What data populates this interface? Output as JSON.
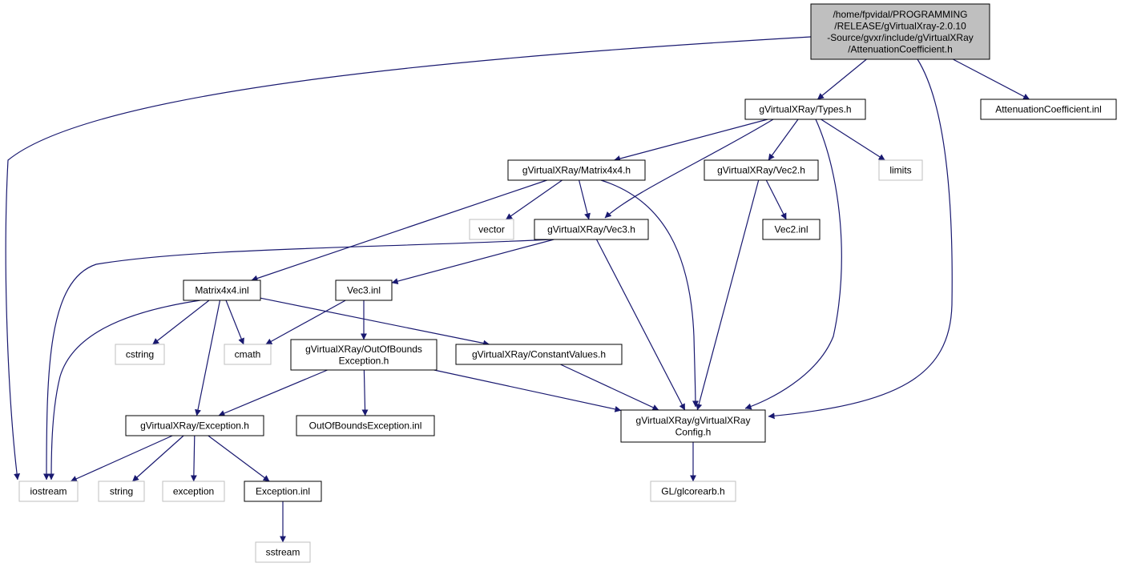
{
  "graph": {
    "colors": {
      "edge": "#191970",
      "root_fill": "#bfbfbf",
      "node_border": "#000000",
      "external_border": "#bfbfbf",
      "background": "#ffffff"
    },
    "nodes": [
      {
        "id": "root",
        "kind": "root",
        "lines": [
          "/home/fpvidal/PROGRAMMING",
          "/RELEASE/gVirtualXray-2.0.10",
          "-Source/gvxr/include/gVirtualXRay",
          "/AttenuationCoefficient.h"
        ]
      },
      {
        "id": "types",
        "kind": "internal",
        "lines": [
          "gVirtualXRay/Types.h"
        ]
      },
      {
        "id": "attinl",
        "kind": "internal",
        "lines": [
          "AttenuationCoefficient.inl"
        ]
      },
      {
        "id": "mat4",
        "kind": "internal",
        "lines": [
          "gVirtualXRay/Matrix4x4.h"
        ]
      },
      {
        "id": "vec2",
        "kind": "internal",
        "lines": [
          "gVirtualXRay/Vec2.h"
        ]
      },
      {
        "id": "limits",
        "kind": "external",
        "lines": [
          "limits"
        ]
      },
      {
        "id": "vector",
        "kind": "external",
        "lines": [
          "vector"
        ]
      },
      {
        "id": "vec3",
        "kind": "internal",
        "lines": [
          "gVirtualXRay/Vec3.h"
        ]
      },
      {
        "id": "vec2inl",
        "kind": "internal",
        "lines": [
          "Vec2.inl"
        ]
      },
      {
        "id": "mat4inl",
        "kind": "internal",
        "lines": [
          "Matrix4x4.inl"
        ]
      },
      {
        "id": "vec3inl",
        "kind": "internal",
        "lines": [
          "Vec3.inl"
        ]
      },
      {
        "id": "cstring",
        "kind": "external",
        "lines": [
          "cstring"
        ]
      },
      {
        "id": "cmath",
        "kind": "external",
        "lines": [
          "cmath"
        ]
      },
      {
        "id": "oob",
        "kind": "internal",
        "lines": [
          "gVirtualXRay/OutOfBounds",
          "Exception.h"
        ]
      },
      {
        "id": "constv",
        "kind": "internal",
        "lines": [
          "gVirtualXRay/ConstantValues.h"
        ]
      },
      {
        "id": "exch",
        "kind": "internal",
        "lines": [
          "gVirtualXRay/Exception.h"
        ]
      },
      {
        "id": "oobinl",
        "kind": "internal",
        "lines": [
          "OutOfBoundsException.inl"
        ]
      },
      {
        "id": "config",
        "kind": "internal",
        "lines": [
          "gVirtualXRay/gVirtualXRay",
          "Config.h"
        ]
      },
      {
        "id": "iostream",
        "kind": "external",
        "lines": [
          "iostream"
        ]
      },
      {
        "id": "string",
        "kind": "external",
        "lines": [
          "string"
        ]
      },
      {
        "id": "exception",
        "kind": "external",
        "lines": [
          "exception"
        ]
      },
      {
        "id": "excinl",
        "kind": "internal",
        "lines": [
          "Exception.inl"
        ]
      },
      {
        "id": "glcore",
        "kind": "external",
        "lines": [
          "GL/glcorearb.h"
        ]
      },
      {
        "id": "sstream",
        "kind": "external",
        "lines": [
          "sstream"
        ]
      }
    ],
    "edges": [
      [
        "root",
        "iostream"
      ],
      [
        "root",
        "types"
      ],
      [
        "root",
        "config"
      ],
      [
        "root",
        "attinl"
      ],
      [
        "types",
        "mat4"
      ],
      [
        "types",
        "vec3"
      ],
      [
        "types",
        "vec2"
      ],
      [
        "types",
        "config"
      ],
      [
        "types",
        "limits"
      ],
      [
        "mat4",
        "vector"
      ],
      [
        "mat4",
        "vec3"
      ],
      [
        "mat4",
        "mat4inl"
      ],
      [
        "mat4",
        "config"
      ],
      [
        "vec2",
        "vec2inl"
      ],
      [
        "vec2",
        "config"
      ],
      [
        "vec3",
        "iostream"
      ],
      [
        "vec3",
        "vec3inl"
      ],
      [
        "vec3",
        "config"
      ],
      [
        "mat4inl",
        "iostream"
      ],
      [
        "mat4inl",
        "cstring"
      ],
      [
        "mat4inl",
        "cmath"
      ],
      [
        "mat4inl",
        "exch"
      ],
      [
        "mat4inl",
        "constv"
      ],
      [
        "vec3inl",
        "cmath"
      ],
      [
        "vec3inl",
        "oob"
      ],
      [
        "oob",
        "exch"
      ],
      [
        "oob",
        "oobinl"
      ],
      [
        "oob",
        "config"
      ],
      [
        "constv",
        "config"
      ],
      [
        "exch",
        "iostream"
      ],
      [
        "exch",
        "string"
      ],
      [
        "exch",
        "exception"
      ],
      [
        "exch",
        "excinl"
      ],
      [
        "excinl",
        "sstream"
      ],
      [
        "config",
        "glcore"
      ]
    ]
  }
}
